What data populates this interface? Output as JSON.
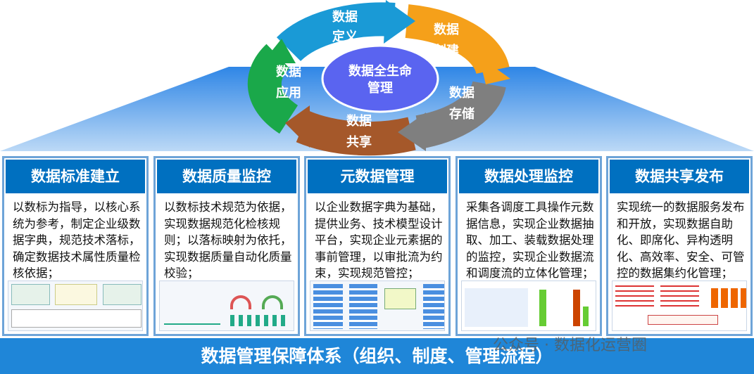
{
  "cycle": {
    "center": [
      "数据全生命",
      "管理"
    ],
    "stages": [
      {
        "lines": [
          "数据",
          "定义"
        ],
        "color": "#1a9ad6"
      },
      {
        "lines": [
          "数据",
          "创建"
        ],
        "color": "#f5a01a"
      },
      {
        "lines": [
          "数据",
          "存储"
        ],
        "color": "#7f7f7f"
      },
      {
        "lines": [
          "数据",
          "共享"
        ],
        "color": "#a5582a"
      },
      {
        "lines": [
          "数据",
          "应用"
        ],
        "color": "#1aa84a"
      }
    ],
    "center_color": "#5a64f0",
    "base_color": "#3d8fe6"
  },
  "panels": [
    {
      "title": "数据标准建立",
      "text": "以数标为指导，以核心系统为参考，制定企业级数据字典，规范技术落标，确定数据技术属性质量检核依据；"
    },
    {
      "title": "数据质量监控",
      "text": "以数标技术规范为依据，实现数据规范化检核规则；以落标映射为依托，实现数据质量自动化质量校验；"
    },
    {
      "title": "元数据管理",
      "text": "以企业数据字典为基础，提供业务、技术模型设计平台，实现企业元素据的事前管理，以审批流为约束，实现规范管控；"
    },
    {
      "title": "数据处理监控",
      "text": "采集各调度工具操作元数据信息，实现企业数据抽取、加工、装载数据处理的监控，实现企业数据流和调度流的立体化管理；"
    },
    {
      "title": "数据共享发布",
      "text": "实现统一的数据服务发布和开放，实现数据自助化、即席化、异构透明化、高效率、安全、可管控的数据集约化管理；"
    }
  ],
  "banner": "数据管理保障体系（组织、制度、管理流程）",
  "watermark": "公众号 · 数据化运营圈",
  "colors": {
    "header": "#0070c0",
    "banner": "#1f86d8",
    "panel_border": "#6ea4d8"
  }
}
